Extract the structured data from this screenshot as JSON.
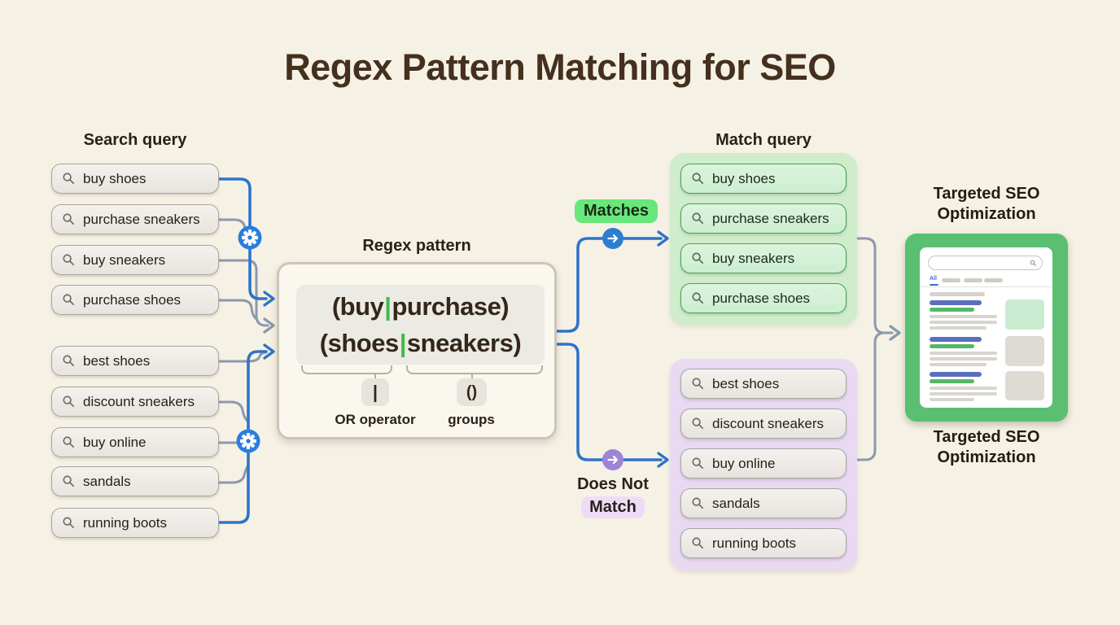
{
  "title": "Regex Pattern Matching for SEO",
  "colors": {
    "background": "#f6f1e5",
    "accent_blue": "#2e74c8",
    "slate_line": "#8b99ab",
    "gear_blue": "#2a7ce0",
    "match_green": "#68e77b",
    "green_container": "#cfeccb",
    "purple_container": "#e9d9f3",
    "purple_accent": "#9d84d6",
    "regex_pipe_green": "#3cbc4c",
    "seo_card_green": "#5abf70",
    "title_brown": "#44301d"
  },
  "search_query": {
    "heading": "Search query",
    "group1": [
      "buy shoes",
      "purchase sneakers",
      "buy sneakers",
      "purchase shoes"
    ],
    "group2": [
      "best shoes",
      "discount sneakers",
      "buy online",
      "sandals",
      "running boots"
    ]
  },
  "regex": {
    "heading": "Regex pattern",
    "line1": {
      "open": "(buy",
      "pipe": "|",
      "close": "purchase)"
    },
    "line2": {
      "open": "(shoes",
      "pipe": "|",
      "close": "sneakers)"
    },
    "annotations": {
      "or": {
        "symbol": "|",
        "label": "OR operator"
      },
      "groups": {
        "symbol": "()",
        "label": "groups"
      }
    }
  },
  "match": {
    "badge": "Matches",
    "heading": "Match query",
    "items": [
      "buy shoes",
      "purchase sneakers",
      "buy sneakers",
      "purchase shoes"
    ]
  },
  "no_match": {
    "label_line1": "Does Not",
    "label_line2": "Match",
    "items": [
      "best shoes",
      "discount sneakers",
      "buy online",
      "sandals",
      "running boots"
    ]
  },
  "seo": {
    "label_top": "Targeted SEO Optimization",
    "label_bottom": "Targeted SEO Optimization",
    "serp_tab": "All"
  }
}
